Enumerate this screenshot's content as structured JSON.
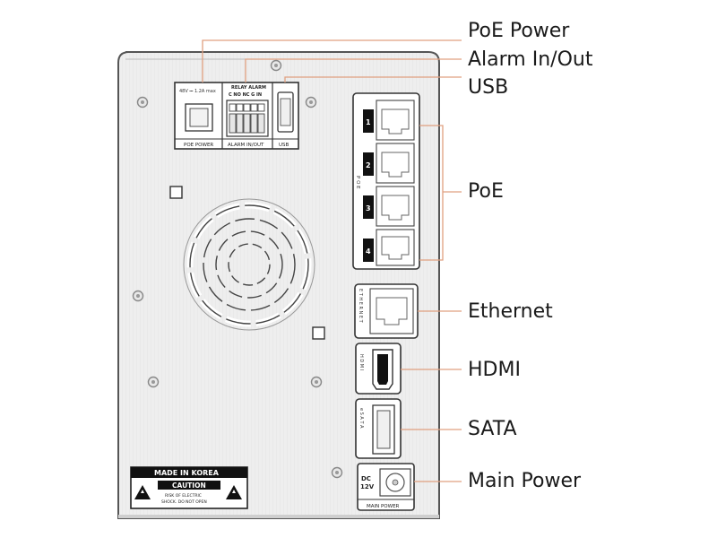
{
  "callouts": {
    "poe_power": "PoE Power",
    "alarm_io": "Alarm In/Out",
    "usb": "USB",
    "poe": "PoE",
    "ethernet": "Ethernet",
    "hdmi": "HDMI",
    "sata": "SATA",
    "main_power": "Main Power"
  },
  "panel": {
    "poe_power_rating": "48V ⎓ 1.2A max",
    "poe_power_label": "POE POWER",
    "relay_alarm_header": "RELAY   ALARM",
    "alarm_pins": "C  NO NC  G  IN",
    "alarm_label": "ALARM IN/OUT",
    "usb_label": "USB",
    "poe_vertical_label": "P O E",
    "poe_ports": [
      "1",
      "2",
      "3",
      "4"
    ],
    "ethernet_vertical_label": "E T H E R N E T",
    "hdmi_vertical_label": "H D M I",
    "sata_vertical_label": "e S A T A",
    "dc_label": "DC",
    "dc_voltage": "12V",
    "main_power_label": "MAIN POWER",
    "made_in": "MADE IN KOREA",
    "caution": "CAUTION",
    "caution_line1": "RISK OF ELECTRIC",
    "caution_line2": "SHOCK. DO NOT OPEN"
  },
  "colors": {
    "leader_line": "#e0a080",
    "chassis_fill": "#efefef",
    "chassis_stroke": "#555555"
  }
}
